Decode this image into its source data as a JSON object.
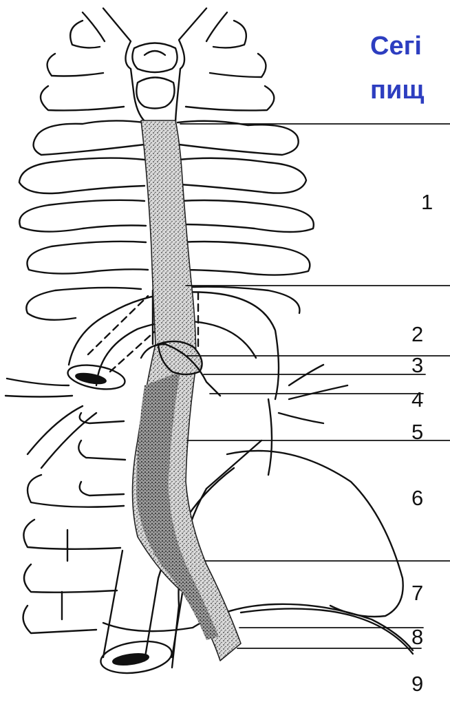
{
  "title": {
    "line1": "Сегі",
    "line2": "пищ"
  },
  "labels": [
    "1",
    "2",
    "3",
    "4",
    "5",
    "6",
    "7",
    "8",
    "9"
  ],
  "colors": {
    "title": "#2d3ec0",
    "ink": "#111111"
  }
}
